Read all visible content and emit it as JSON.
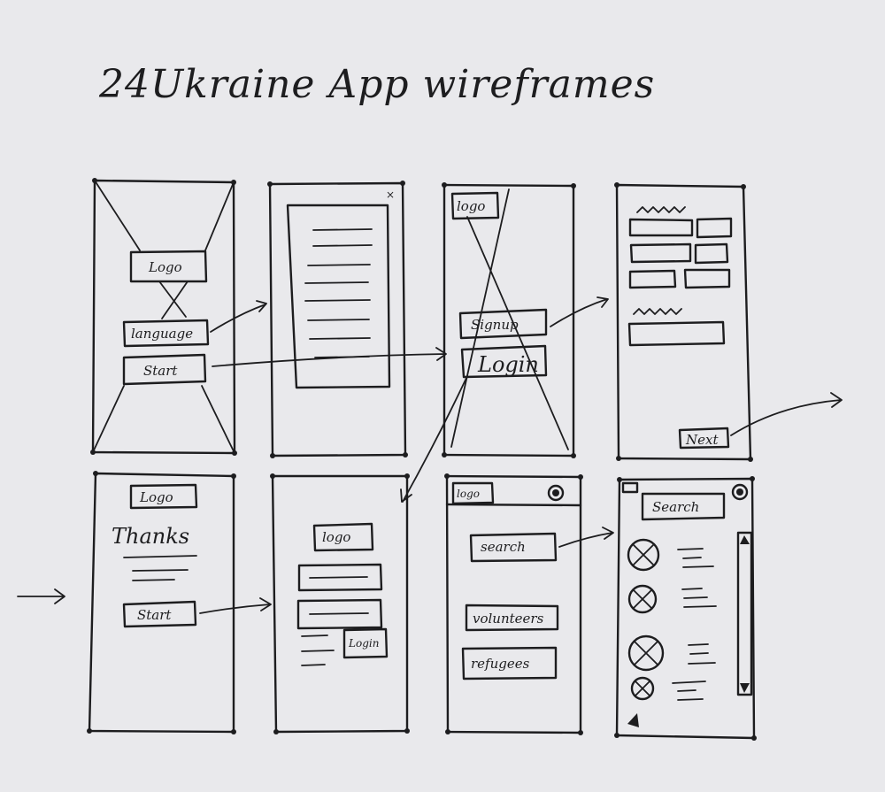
{
  "title": "24Ukraine App wireframes",
  "screens": {
    "splash": {
      "logo": "Logo",
      "language": "language",
      "start": "Start"
    },
    "terms": {
      "close": "×"
    },
    "auth": {
      "logo": "logo",
      "signup": "Signup",
      "login": "Login"
    },
    "form": {
      "next": "Next"
    },
    "thanks": {
      "logo": "Logo",
      "heading": "Thanks",
      "start": "Start"
    },
    "login": {
      "logo": "logo",
      "login": "Login"
    },
    "home": {
      "logo": "logo",
      "search": "search",
      "volunteers": "volunteers",
      "refugees": "refugees"
    },
    "results": {
      "search": "Search"
    }
  }
}
